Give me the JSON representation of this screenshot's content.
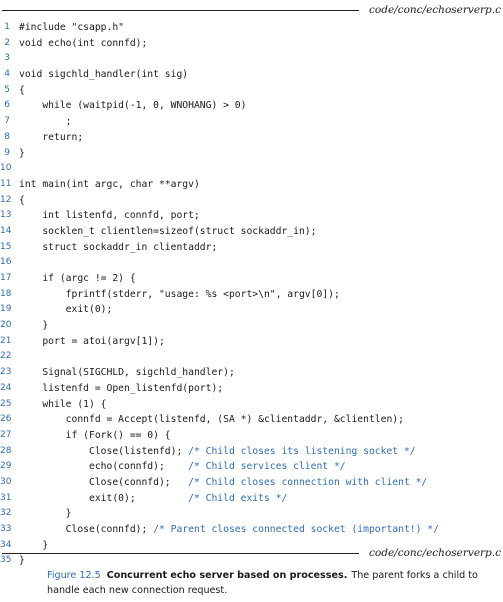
{
  "file_path": "code/conc/echoserverp.c",
  "code_lines": [
    {
      "n": "1",
      "code": "#include \"csapp.h\"",
      "comment": ""
    },
    {
      "n": "2",
      "code": "void echo(int connfd);",
      "comment": ""
    },
    {
      "n": "3",
      "code": "",
      "comment": ""
    },
    {
      "n": "4",
      "code": "void sigchld_handler(int sig)",
      "comment": ""
    },
    {
      "n": "5",
      "code": "{",
      "comment": ""
    },
    {
      "n": "6",
      "code": "    while (waitpid(-1, 0, WNOHANG) > 0)",
      "comment": ""
    },
    {
      "n": "7",
      "code": "        ;",
      "comment": ""
    },
    {
      "n": "8",
      "code": "    return;",
      "comment": ""
    },
    {
      "n": "9",
      "code": "}",
      "comment": ""
    },
    {
      "n": "10",
      "code": "",
      "comment": ""
    },
    {
      "n": "11",
      "code": "int main(int argc, char **argv)",
      "comment": ""
    },
    {
      "n": "12",
      "code": "{",
      "comment": ""
    },
    {
      "n": "13",
      "code": "    int listenfd, connfd, port;",
      "comment": ""
    },
    {
      "n": "14",
      "code": "    socklen_t clientlen=sizeof(struct sockaddr_in);",
      "comment": ""
    },
    {
      "n": "15",
      "code": "    struct sockaddr_in clientaddr;",
      "comment": ""
    },
    {
      "n": "16",
      "code": "",
      "comment": ""
    },
    {
      "n": "17",
      "code": "    if (argc != 2) {",
      "comment": ""
    },
    {
      "n": "18",
      "code": "        fprintf(stderr, \"usage: %s <port>\\n\", argv[0]);",
      "comment": ""
    },
    {
      "n": "19",
      "code": "        exit(0);",
      "comment": ""
    },
    {
      "n": "20",
      "code": "    }",
      "comment": ""
    },
    {
      "n": "21",
      "code": "    port = atoi(argv[1]);",
      "comment": ""
    },
    {
      "n": "22",
      "code": "",
      "comment": ""
    },
    {
      "n": "23",
      "code": "    Signal(SIGCHLD, sigchld_handler);",
      "comment": ""
    },
    {
      "n": "24",
      "code": "    listenfd = Open_listenfd(port);",
      "comment": ""
    },
    {
      "n": "25",
      "code": "    while (1) {",
      "comment": ""
    },
    {
      "n": "26",
      "code": "        connfd = Accept(listenfd, (SA *) &clientaddr, &clientlen);",
      "comment": ""
    },
    {
      "n": "27",
      "code": "        if (Fork() == 0) {",
      "comment": ""
    },
    {
      "n": "28",
      "code": "            Close(listenfd); ",
      "comment": "/* Child closes its listening socket */"
    },
    {
      "n": "29",
      "code": "            echo(connfd);    ",
      "comment": "/* Child services client */"
    },
    {
      "n": "30",
      "code": "            Close(connfd);   ",
      "comment": "/* Child closes connection with client */"
    },
    {
      "n": "31",
      "code": "            exit(0);         ",
      "comment": "/* Child exits */"
    },
    {
      "n": "32",
      "code": "        }",
      "comment": ""
    },
    {
      "n": "33",
      "code": "        Close(connfd); ",
      "comment": "/* Parent closes connected socket (important!) */"
    },
    {
      "n": "34",
      "code": "    }",
      "comment": ""
    },
    {
      "n": "35",
      "code": "}",
      "comment": ""
    }
  ],
  "caption": {
    "label": "Figure 12.5",
    "title": "Concurrent echo server based on processes.",
    "text": "The parent forks a child to handle each new connection request."
  },
  "colors": {
    "accent": "#2f6db5",
    "text": "#1a1a1a"
  }
}
